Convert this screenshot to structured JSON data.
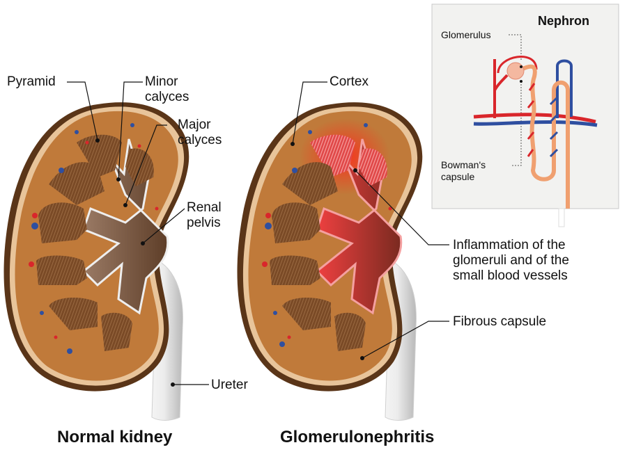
{
  "titles": {
    "normal": "Normal kidney",
    "disease": "Glomerulonephritis"
  },
  "labels_normal": {
    "pyramid": "Pyramid",
    "minor_calyces": [
      "Minor",
      "calyces"
    ],
    "major_calyces": [
      "Major",
      "calyces"
    ],
    "renal_pelvis": [
      "Renal",
      "pelvis"
    ],
    "ureter": "Ureter"
  },
  "labels_disease": {
    "cortex": "Cortex",
    "inflammation": [
      "Inflammation of the",
      "glomeruli and of the",
      "small blood vessels"
    ],
    "fibrous_capsule": "Fibrous capsule"
  },
  "nephron_inset": {
    "title": "Nephron",
    "glomerulus": "Glomerulus",
    "bowmans_capsule": [
      "Bowman's",
      "capsule"
    ]
  },
  "colors": {
    "cortex": "#c07a3a",
    "capsule_edge": "#e8c49a",
    "outer_edge": "#5a3518",
    "pyramid": "#7a4a26",
    "pelvis": "#8a6a55",
    "inflamed": "#e23a3a",
    "artery": "#d9262b",
    "vein": "#2f4fa0",
    "tubule": "#f0a070"
  }
}
